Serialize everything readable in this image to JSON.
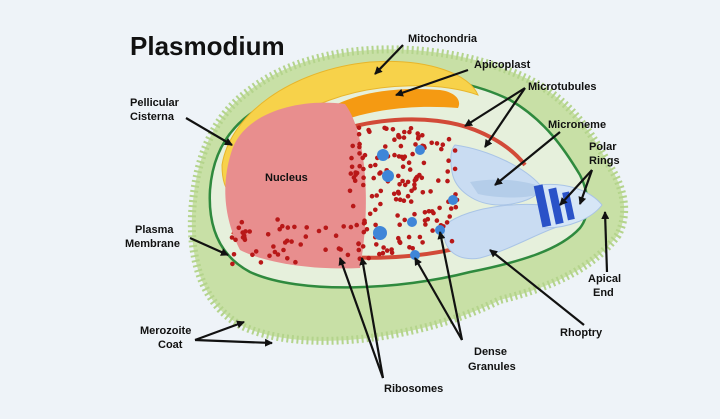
{
  "title": "Plasmodium",
  "labels": {
    "mitochondria": "Mitochondria",
    "apicoplast": "Apicoplast",
    "microtubules": "Microtubules",
    "microneme": "Microneme",
    "polar_rings_1": "Polar",
    "polar_rings_2": "Rings",
    "pellicular_1": "Pellicular",
    "pellicular_2": "Cisterna",
    "nucleus": "Nucleus",
    "plasma_1": "Plasma",
    "plasma_2": "Membrane",
    "apical_1": "Apical",
    "apical_2": "End",
    "merozoite_1": "Merozoite",
    "merozoite_2": "Coat",
    "rhoptry": "Rhoptry",
    "dense_1": "Dense",
    "dense_2": "Granules",
    "ribosomes": "Ribosomes"
  },
  "colors": {
    "coat": "#c8e0a6",
    "coat_edge": "#b4d48c",
    "cytoplasm": "#e6f0dc",
    "mitochondria": "#f7d24a",
    "apicoplast": "#f59a12",
    "microtubule": "#d24a38",
    "nucleus": "#e88e8e",
    "ribosome": "#b81818",
    "dense_granule": "#3f86d8",
    "organelle_blue": "#c9dcf2",
    "polar_ring": "#2a52c8"
  }
}
